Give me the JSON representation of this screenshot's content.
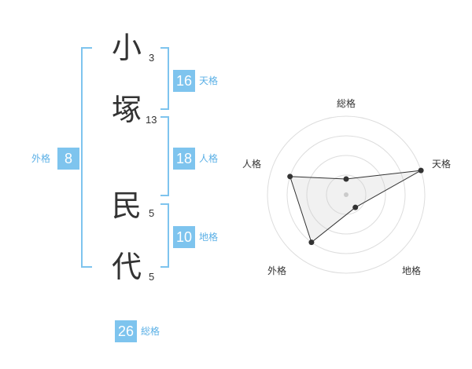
{
  "characters": [
    {
      "char": "小",
      "strokes": "3"
    },
    {
      "char": "塚",
      "strokes": "13"
    },
    {
      "char": "民",
      "strokes": "5"
    },
    {
      "char": "代",
      "strokes": "5"
    }
  ],
  "fortunes": {
    "tenkaku": {
      "label": "天格",
      "value": "16"
    },
    "jinkaku": {
      "label": "人格",
      "value": "18"
    },
    "chikaku": {
      "label": "地格",
      "value": "10"
    },
    "gaikaku": {
      "label": "外格",
      "value": "8"
    },
    "soukaku": {
      "label": "総格",
      "value": "26"
    }
  },
  "colors": {
    "accent": "#7ec4ee",
    "accent_text": "#5bb0e6",
    "bracket": "#7ec4ee"
  },
  "chart_data": {
    "type": "radar",
    "axes": [
      "総格",
      "天格",
      "地格",
      "外格",
      "人格"
    ],
    "values": [
      0.2,
      1.0,
      0.2,
      0.75,
      0.75
    ],
    "range": [
      0,
      1
    ],
    "grid_rings": 4,
    "grid": true
  }
}
